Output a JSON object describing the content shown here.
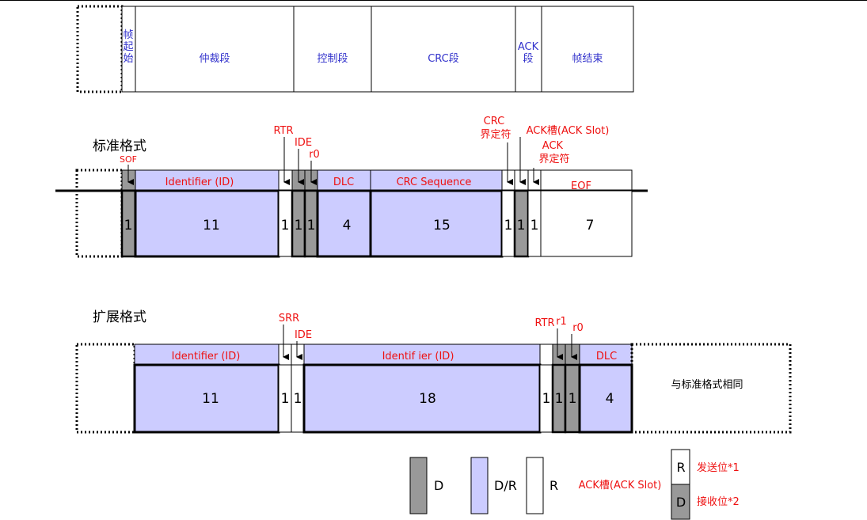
{
  "colors": {
    "dominant": "#999999",
    "dr": "#ccccff",
    "recessive": "#ffffff",
    "blue_text": "#3333cc",
    "red_text": "#ee1111"
  },
  "overview": {
    "fields": [
      "帧\n起\n始",
      "仲裁段",
      "控制段",
      "CRC段",
      "ACK\n段",
      "帧结束"
    ]
  },
  "standard": {
    "title": "标准格式",
    "bits": {
      "sof": "1",
      "id": "11",
      "rtr": "1",
      "ide": "1",
      "r0": "1",
      "dlc": "4",
      "crc": "15",
      "crc_delim": "1",
      "ack_slot": "1",
      "ack_delim": "1",
      "eof": "7"
    },
    "labels": {
      "sof": "SOF",
      "identifier": "Identifier (ID)",
      "dlc": "DLC",
      "crc_seq": "CRC Sequence",
      "eof": "EOF",
      "rtr": "RTR",
      "ide": "IDE",
      "r0": "r0",
      "crc_delim": "CRC\n界定符",
      "ack_slot": "ACK槽(ACK Slot)",
      "ack_delim": "ACK\n界定符"
    }
  },
  "extended": {
    "title": "扩展格式",
    "bits": {
      "id_a": "11",
      "srr": "1",
      "ide": "1",
      "id_b": "18",
      "rtr": "1",
      "r1": "1",
      "r0": "1",
      "dlc": "4"
    },
    "labels": {
      "identifier_a": "Identifier (ID)",
      "identifier_b": "Identif ier (ID)",
      "dlc": "DLC",
      "srr": "SRR",
      "ide": "IDE",
      "rtr": "RTR",
      "r1": "r1",
      "r0": "r0",
      "same": "与标准格式相同"
    }
  },
  "legend": {
    "d": "D",
    "dr": "D/R",
    "r": "R",
    "ack_slot": "ACK槽(ACK Slot)",
    "box_r": "R",
    "box_d": "D",
    "send_bit": "发送位*1",
    "recv_bit": "接收位*2"
  }
}
